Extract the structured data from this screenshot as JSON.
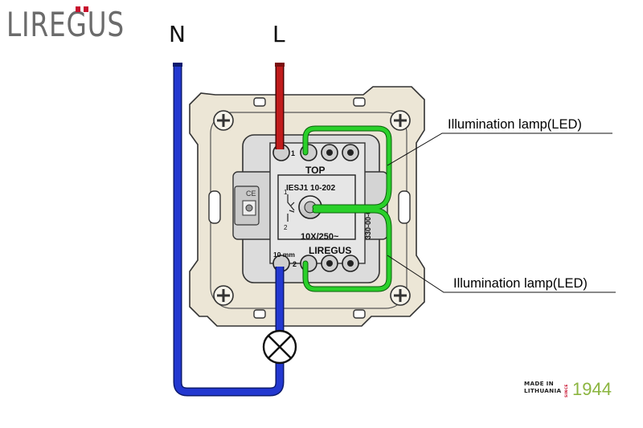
{
  "brand": {
    "logo_text": "LIREGUS",
    "accent_color": "#c8102e"
  },
  "wires": {
    "neutral_label": "N",
    "live_label": "L",
    "neutral_color": "#1f36c4",
    "live_color": "#b01818",
    "led_color": "#22c422"
  },
  "callouts": {
    "top": "Illumination lamp(LED)",
    "bottom": "Illumination lamp(LED)"
  },
  "device": {
    "model": "IESJ1 10-202",
    "rating": "10X/250~",
    "top_mark": "TOP",
    "brand_mark": "LIREGUS",
    "strip_length": "10 mm",
    "terminal_1": "1",
    "terminal_2": "2",
    "schematic_1": "1",
    "schematic_2": "2",
    "side_code": "330-00-01",
    "cert_mark": "CE"
  },
  "footer": {
    "made_in": "MADE IN",
    "country": "LITHUANIA",
    "since": "SINCE",
    "year": "1944"
  }
}
